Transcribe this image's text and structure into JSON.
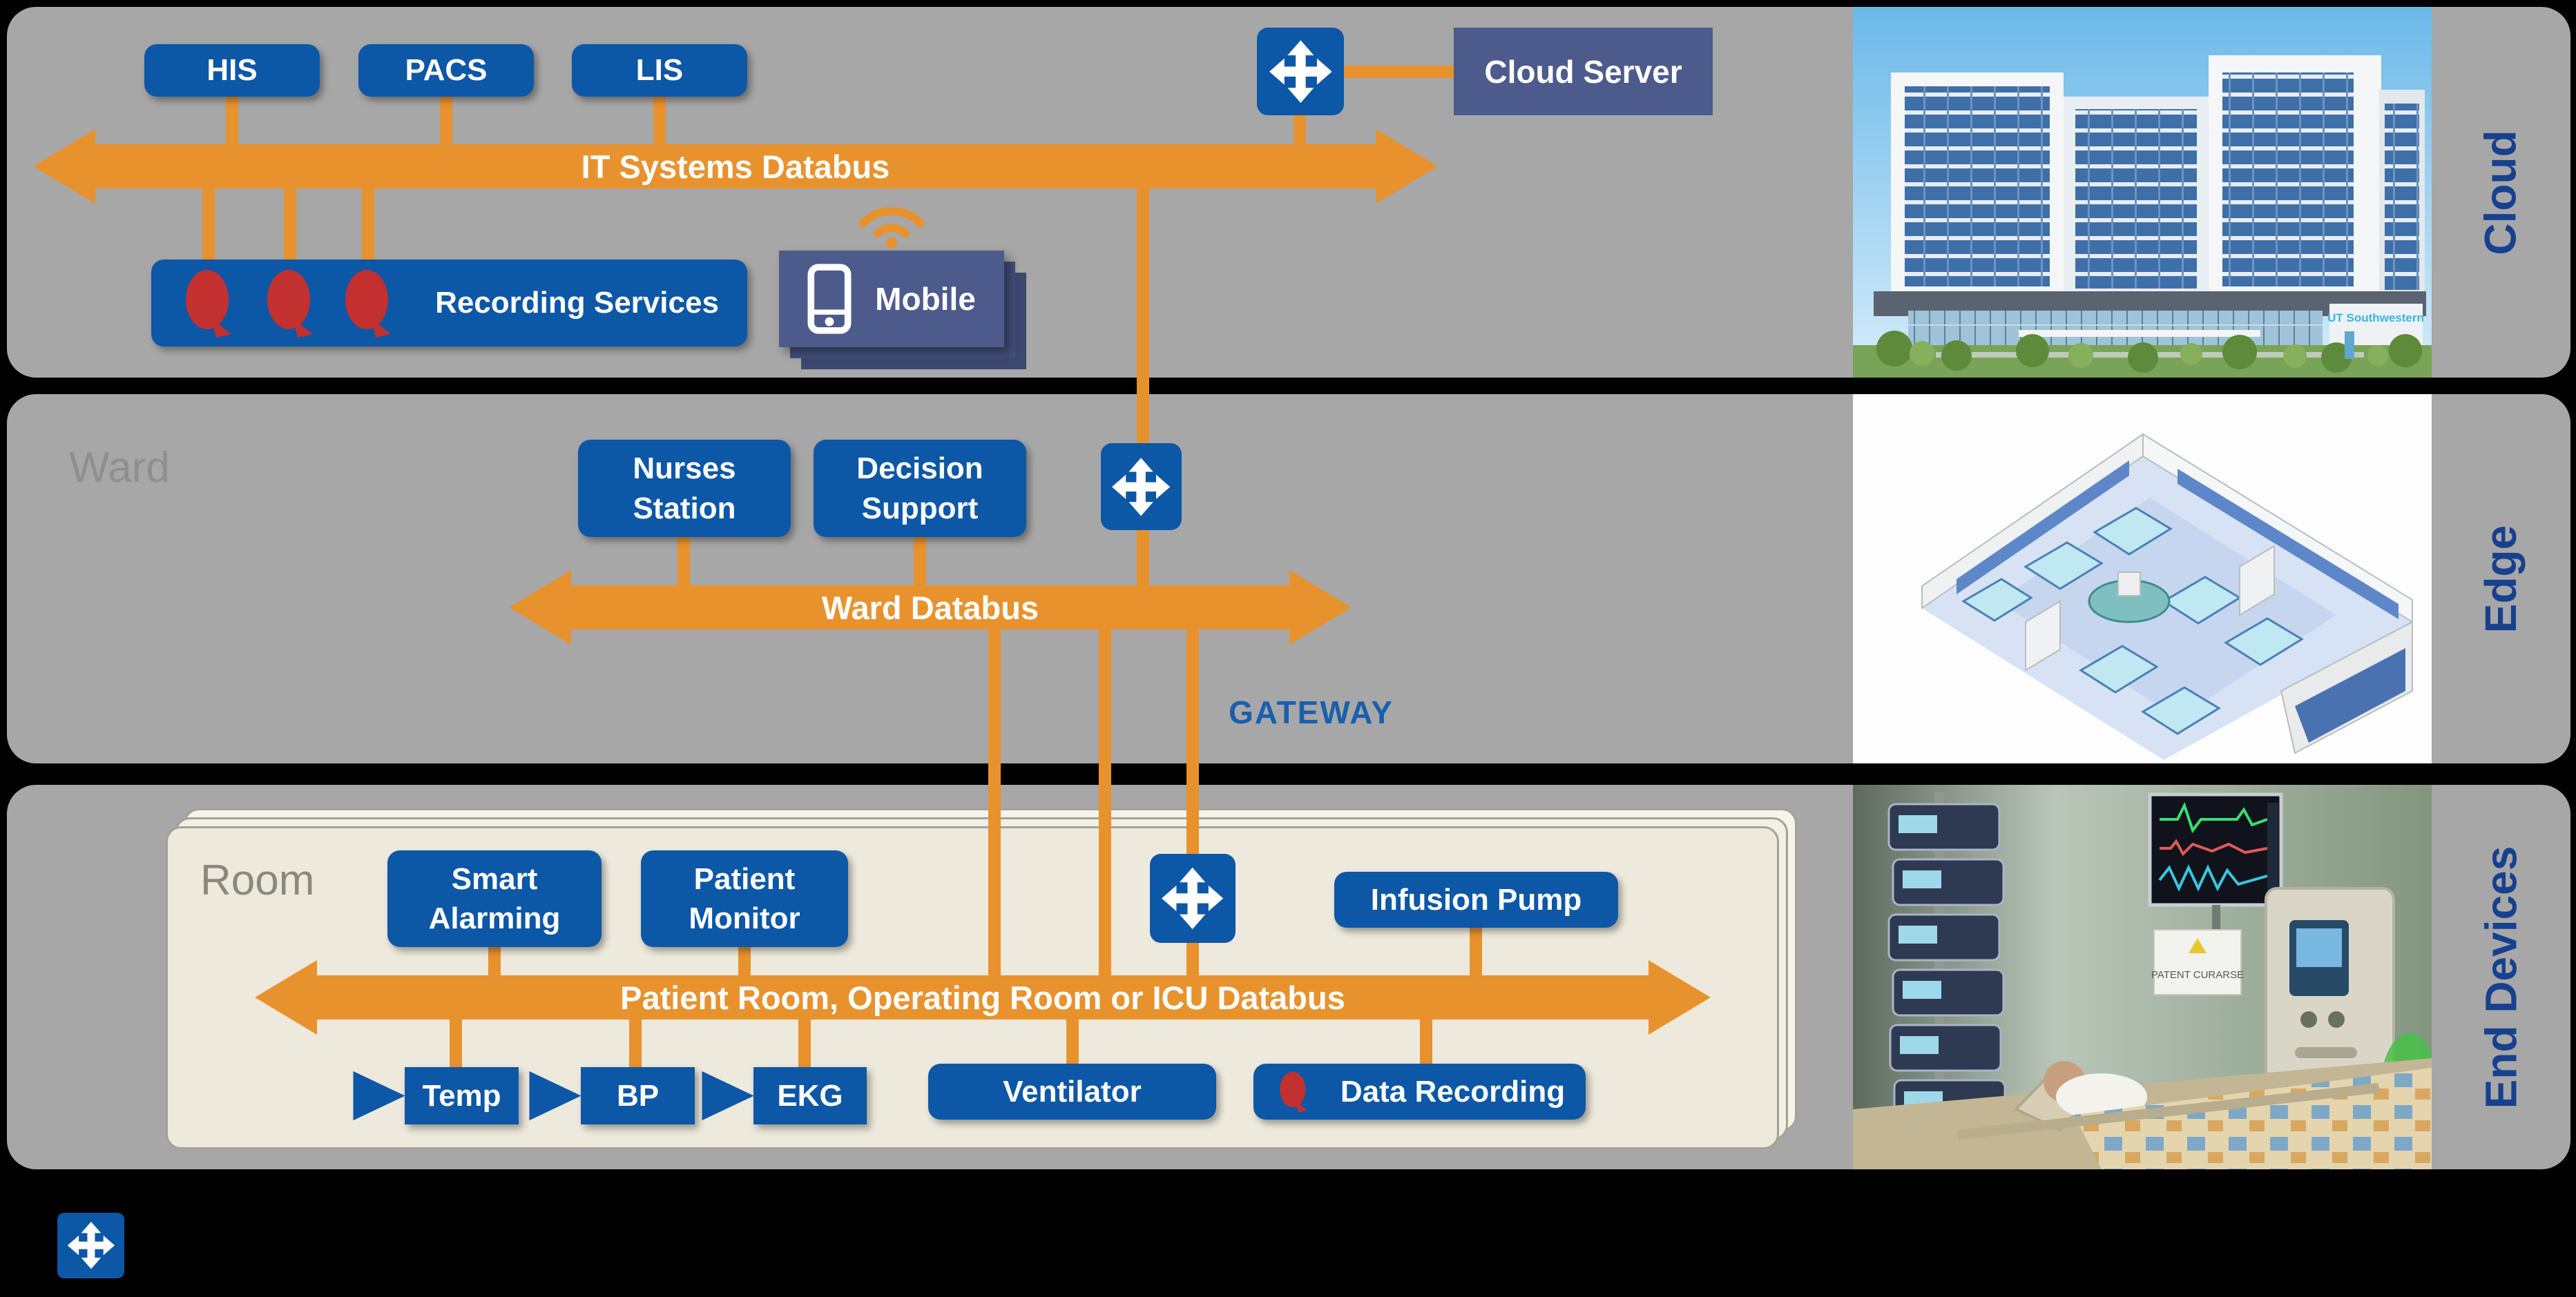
{
  "colors": {
    "panel_gray": "#A7A7A7",
    "node_blue": "#0D57A7",
    "accent_orange": "#E8922E",
    "slate_blue": "#4D5B8C",
    "record_red": "#C2312F",
    "side_label_navy": "#17408F",
    "gateway_blue": "#1A5FAE",
    "room_cream": "#EDE9DC",
    "background_black": "#000000"
  },
  "cloud": {
    "side_label": "Cloud",
    "his": "HIS",
    "pacs": "PACS",
    "lis": "LIS",
    "recording_services": "Recording Services",
    "mobile": "Mobile",
    "cloud_server": "Cloud Server",
    "databus": "IT Systems Databus"
  },
  "edge": {
    "side_label": "Edge",
    "region": "Ward",
    "nurses_station": "Nurses Station",
    "decision_support": "Decision Support",
    "databus": "Ward Databus",
    "gateway": "GATEWAY"
  },
  "end_devices": {
    "side_label": "End Devices",
    "region": "Room",
    "smart_alarming": "Smart Alarming",
    "patient_monitor": "Patient Monitor",
    "infusion_pump": "Infusion Pump",
    "databus": "Patient Room, Operating Room or ICU Databus",
    "temp": "Temp",
    "bp": "BP",
    "ekg": "EKG",
    "ventilator": "Ventilator",
    "data_recording": "Data Recording"
  },
  "images": {
    "hospital_sign": "UT Southwestern",
    "icu_sign": "PATENT CURARSE"
  }
}
